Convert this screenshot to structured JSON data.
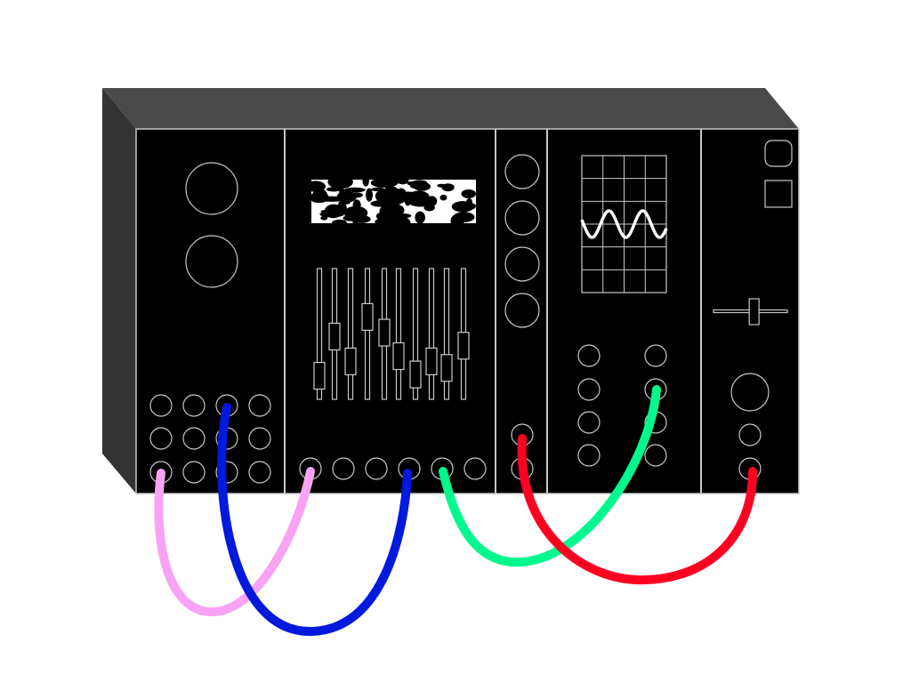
{
  "colors": {
    "background": "#ffffff",
    "case_top": "#4a4a4a",
    "case_side": "#333333",
    "panel": "#000000",
    "outline": "#c8c8c8"
  },
  "modules": [
    "left-module",
    "mixer-module",
    "narrow-module",
    "scope-module",
    "right-module"
  ],
  "mixer": {
    "slider_values": [
      0.18,
      0.48,
      0.29,
      0.63,
      0.51,
      0.33,
      0.19,
      0.29,
      0.24,
      0.41
    ]
  },
  "right_module": {
    "horizontal_slider_value": 0.55
  },
  "cables": [
    {
      "name": "pink-cable",
      "color": "#f9a3f4"
    },
    {
      "name": "blue-cable",
      "color": "#0019dc"
    },
    {
      "name": "green-cable",
      "color": "#00f98c"
    },
    {
      "name": "red-cable",
      "color": "#ff0022"
    }
  ]
}
